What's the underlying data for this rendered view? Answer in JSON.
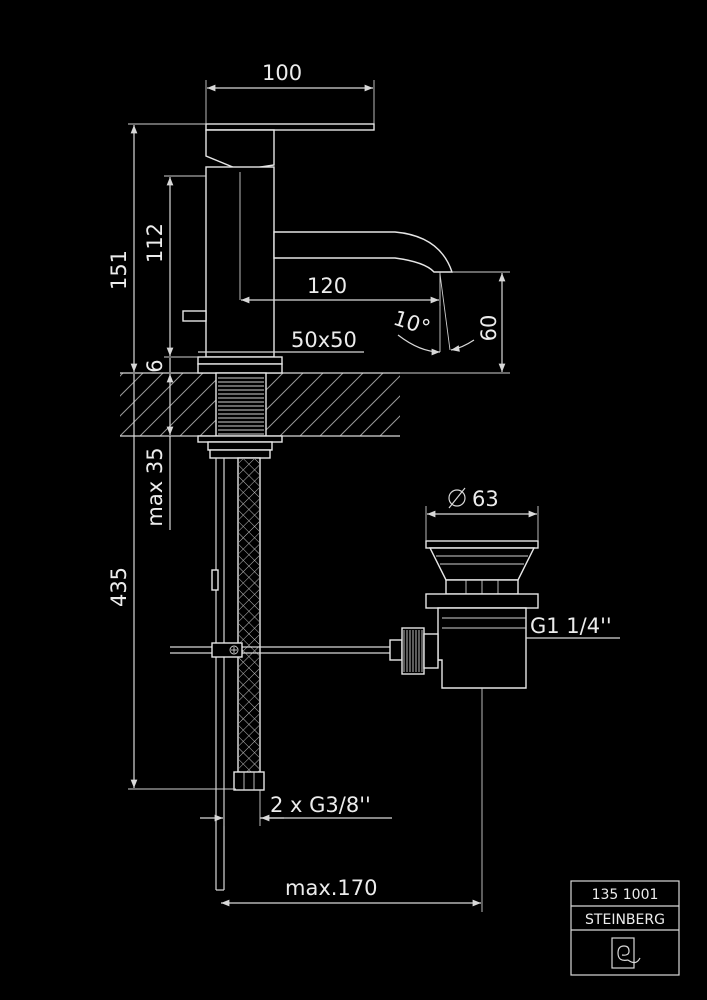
{
  "dimensions": {
    "handle_width": "100",
    "total_height": "151",
    "spout_height": "112",
    "spout_reach": "120",
    "angle": "10°",
    "outlet_height": "60",
    "base_size": "50x50",
    "rosette": "6",
    "deck_thickness": "max 35",
    "hose_length": "435",
    "waste_diameter": "63",
    "waste_thread": "G1 1/4''",
    "connections": "2 x G3/8''",
    "waste_distance": "max.170"
  },
  "title_block": {
    "article_number": "135 1001",
    "brand": "STEINBERG"
  },
  "icons": {
    "diameter": "diameter-symbol-icon",
    "logo": "steinberg-logo-icon"
  }
}
